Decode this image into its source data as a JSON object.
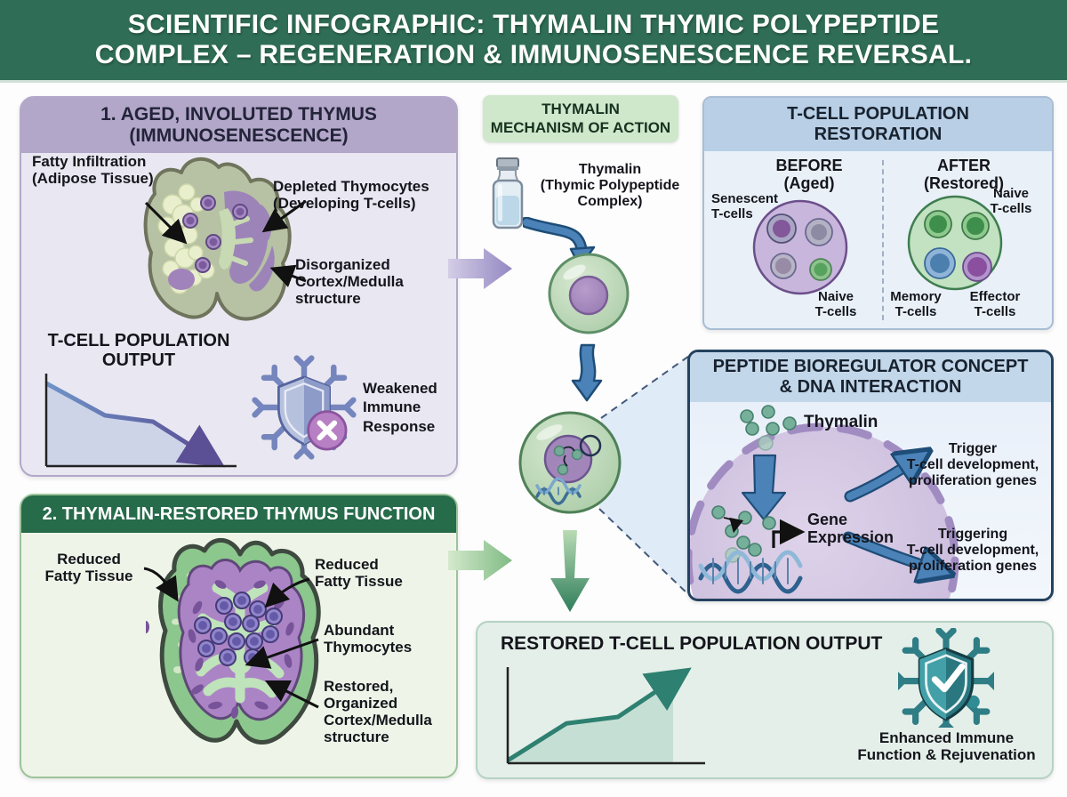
{
  "header": {
    "title": "SCIENTIFIC INFOGRAPHIC: THYMALIN THYMIC POLYPEPTIDE\nCOMPLEX – REGENERATION & IMMUNOSENESCENCE REVERSAL."
  },
  "aged_panel": {
    "title": "1. AGED, INVOLUTED THYMUS\n(IMMUNOSENESCENCE)",
    "label_fatty_infiltration": "Fatty Infiltration\n(Adipose Tissue)",
    "label_depleted_thymocytes": "Depleted Thymocytes\n(Developing T-cells)",
    "label_disorganized": "Disorganized\nCortex/Medulla\nstructure",
    "chart_title": "T-CELL POPULATION\nOUTPUT",
    "label_weakened": "Weakened\nImmune\nResponse"
  },
  "restored_panel": {
    "title": "2. THYMALIN-RESTORED THYMUS FUNCTION",
    "label_reduced_left": "Reduced\nFatty Tissue",
    "label_reduced_right": "Reduced\nFatty Tissue",
    "label_abundant": "Abundant\nThymocytes",
    "label_restored_structure": "Restored,\nOrganized\nCortex/Medulla\nstructure"
  },
  "mechanism": {
    "title": "THYMALIN\nMECHANISM OF ACTION",
    "vial_label": "Thymalin\n(Thymic Polypeptide\nComplex)"
  },
  "tcell_restoration": {
    "title": "T-CELL POPULATION\nRESTORATION",
    "before_title": "BEFORE\n(Aged)",
    "after_title": "AFTER\n(Restored)",
    "label_senescent": "Senescent\nT-cells",
    "label_naive_before": "Naive\nT-cells",
    "label_naive_after": "Naive\nT-cells",
    "label_memory": "Memory\nT-cells",
    "label_effector": "Effector\nT-cells"
  },
  "bioregulator": {
    "title": "PEPTIDE BIOREGULATOR CONCEPT\n& DNA INTERACTION",
    "label_thymalin": "Thymalin",
    "label_gene_expression": "Gene\nExpression",
    "label_trigger": "Trigger\nT-cell development,\nproliferation genes",
    "label_triggering": "Triggering\nT-cell development,\nproliferation genes"
  },
  "output_panel": {
    "title": "RESTORED T-CELL POPULATION OUTPUT",
    "label_enhanced": "Enhanced Immune\nFunction & Rejuvenation"
  },
  "icons": {
    "vial": "medicine-vial-icon",
    "weakened_shield": "shield-x-virus-icon",
    "enhanced_shield": "shield-check-virus-icon",
    "aged_thymus": "aged-thymus-illustration",
    "restored_thymus": "restored-thymus-illustration",
    "cell_simple": "cell-with-nucleus-illustration",
    "cell_dna": "cell-with-dna-illustration",
    "dna": "dna-helix-icon",
    "magnifier_link": "zoom-lens-dashed-lines"
  },
  "colors": {
    "header_bg": "#2f6d56",
    "aged_panel_bg": "#e9e7f1",
    "aged_panel_header": "#b2a7c8",
    "restored_panel_bg": "#eef5e8",
    "restored_panel_header": "#266b4a",
    "mechanism_box_bg": "#cfe8cc",
    "tcell_panel_bg": "#e9f0f8",
    "tcell_panel_header": "#b8cfe6",
    "bioregulator_border": "#24425f",
    "bioregulator_header": "#c3d7ea",
    "output_panel_bg": "#e4efe9",
    "declining_line_start": "#6f94c8",
    "declining_line_end": "#5b5096",
    "rising_line": "#2e8070",
    "weakened_badge": "#b780c4",
    "enhanced_shield": "#2f8b94",
    "thymalin_dot": "#76b09b",
    "flow_arrow_blue": "#4b83b8",
    "flow_arrow_purple": "#9d8fc0",
    "flow_arrow_green": "#7fbb84"
  },
  "chart_data": [
    {
      "type": "line",
      "title": "T-CELL POPULATION OUTPUT",
      "trend": "declining",
      "x": [
        0,
        33,
        60,
        90
      ],
      "y": [
        93,
        57,
        50,
        12
      ],
      "xlabel": "",
      "ylabel": "",
      "axis_ticks": "none",
      "fill": true,
      "line_color": "#5b5096",
      "note": "Stylized decline curve with arrowhead; no numeric axis labels shown"
    },
    {
      "type": "line",
      "title": "RESTORED T-CELL POPULATION OUTPUT",
      "trend": "rising",
      "x": [
        0,
        33,
        62,
        93
      ],
      "y": [
        3,
        43,
        50,
        90
      ],
      "xlabel": "",
      "ylabel": "",
      "axis_ticks": "none",
      "fill": true,
      "line_color": "#2e8070",
      "note": "Stylized rising curve with arrowhead; no numeric axis labels shown"
    }
  ]
}
